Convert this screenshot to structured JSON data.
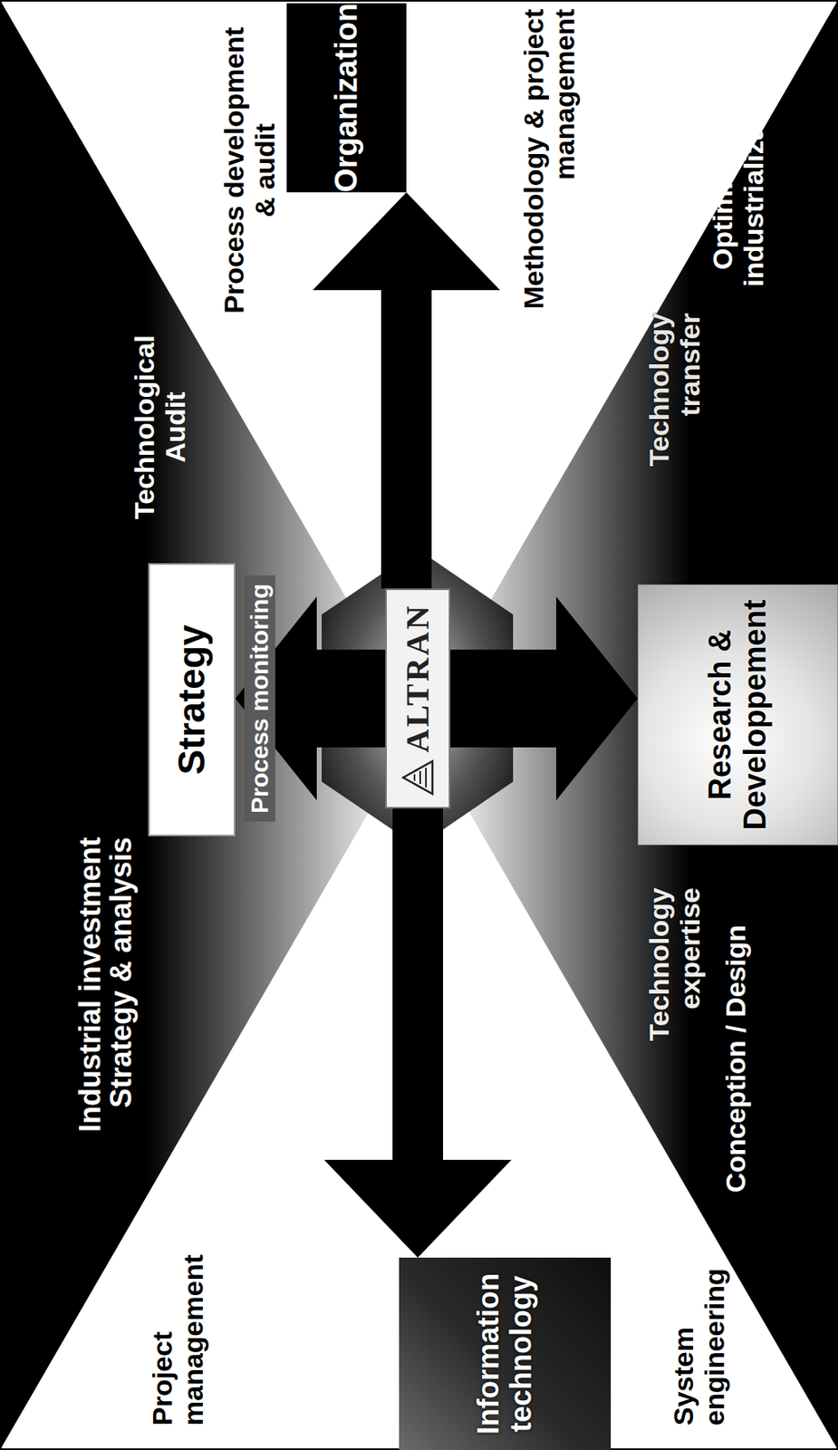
{
  "diagram": {
    "nodes": [
      {
        "text": [
          "Strategy"
        ]
      },
      {
        "text": [
          "Organization"
        ]
      },
      {
        "text": [
          "ALTRAN"
        ]
      },
      {
        "text": [
          "Information technology"
        ]
      },
      {
        "text": [
          "Research & Developpement"
        ]
      }
    ],
    "edges": [
      {
        "from": 2,
        "to": 0,
        "arrow": "to"
      },
      {
        "from": 2,
        "to": 1,
        "arrow": "to"
      },
      {
        "from": 2,
        "to": 3,
        "arrow": "to"
      },
      {
        "from": 2,
        "to": 4,
        "arrow": "to"
      }
    ],
    "labels": [
      "Industrial investment Strategy & analysis",
      "Project management",
      "Technological Audit",
      "Process development & audit",
      "Process monitoring",
      "Methodology & project management",
      "Technology transfer",
      "Optimization & industrialization",
      "Technology expertise",
      "Conception / Design",
      "System engineering"
    ]
  }
}
